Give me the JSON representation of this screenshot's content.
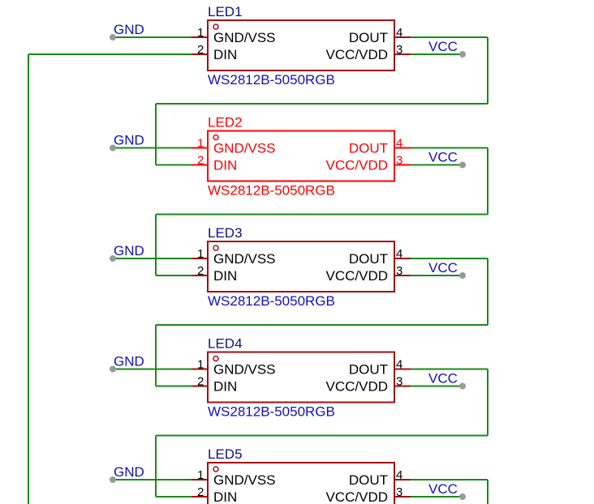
{
  "colors": {
    "wire": "#1a8a1a",
    "part": "#a01010",
    "highlight": "#ff0000",
    "label": "#1010c0",
    "name": "#101080",
    "pin_text": "#000000",
    "junction": "#999999"
  },
  "net_labels": {
    "gnd": "GND",
    "vcc": "VCC"
  },
  "parts": [
    {
      "ref": "LED1",
      "value": "WS2812B-5050RGB",
      "highlighted": false,
      "pins": [
        {
          "num": "1",
          "name": "GND/VSS"
        },
        {
          "num": "2",
          "name": "DIN"
        },
        {
          "num": "4",
          "name": "DOUT"
        },
        {
          "num": "3",
          "name": "VCC/VDD"
        }
      ]
    },
    {
      "ref": "LED2",
      "value": "WS2812B-5050RGB",
      "highlighted": true,
      "pins": [
        {
          "num": "1",
          "name": "GND/VSS"
        },
        {
          "num": "2",
          "name": "DIN"
        },
        {
          "num": "4",
          "name": "DOUT"
        },
        {
          "num": "3",
          "name": "VCC/VDD"
        }
      ]
    },
    {
      "ref": "LED3",
      "value": "WS2812B-5050RGB",
      "highlighted": false,
      "pins": [
        {
          "num": "1",
          "name": "GND/VSS"
        },
        {
          "num": "2",
          "name": "DIN"
        },
        {
          "num": "4",
          "name": "DOUT"
        },
        {
          "num": "3",
          "name": "VCC/VDD"
        }
      ]
    },
    {
      "ref": "LED4",
      "value": "WS2812B-5050RGB",
      "highlighted": false,
      "pins": [
        {
          "num": "1",
          "name": "GND/VSS"
        },
        {
          "num": "2",
          "name": "DIN"
        },
        {
          "num": "4",
          "name": "DOUT"
        },
        {
          "num": "3",
          "name": "VCC/VDD"
        }
      ]
    },
    {
      "ref": "LED5",
      "value": "",
      "highlighted": false,
      "pins": [
        {
          "num": "1",
          "name": "GND/VSS"
        },
        {
          "num": "2",
          "name": "DIN"
        },
        {
          "num": "4",
          "name": "DOUT"
        },
        {
          "num": "3",
          "name": "VCC/VDD"
        }
      ]
    }
  ]
}
